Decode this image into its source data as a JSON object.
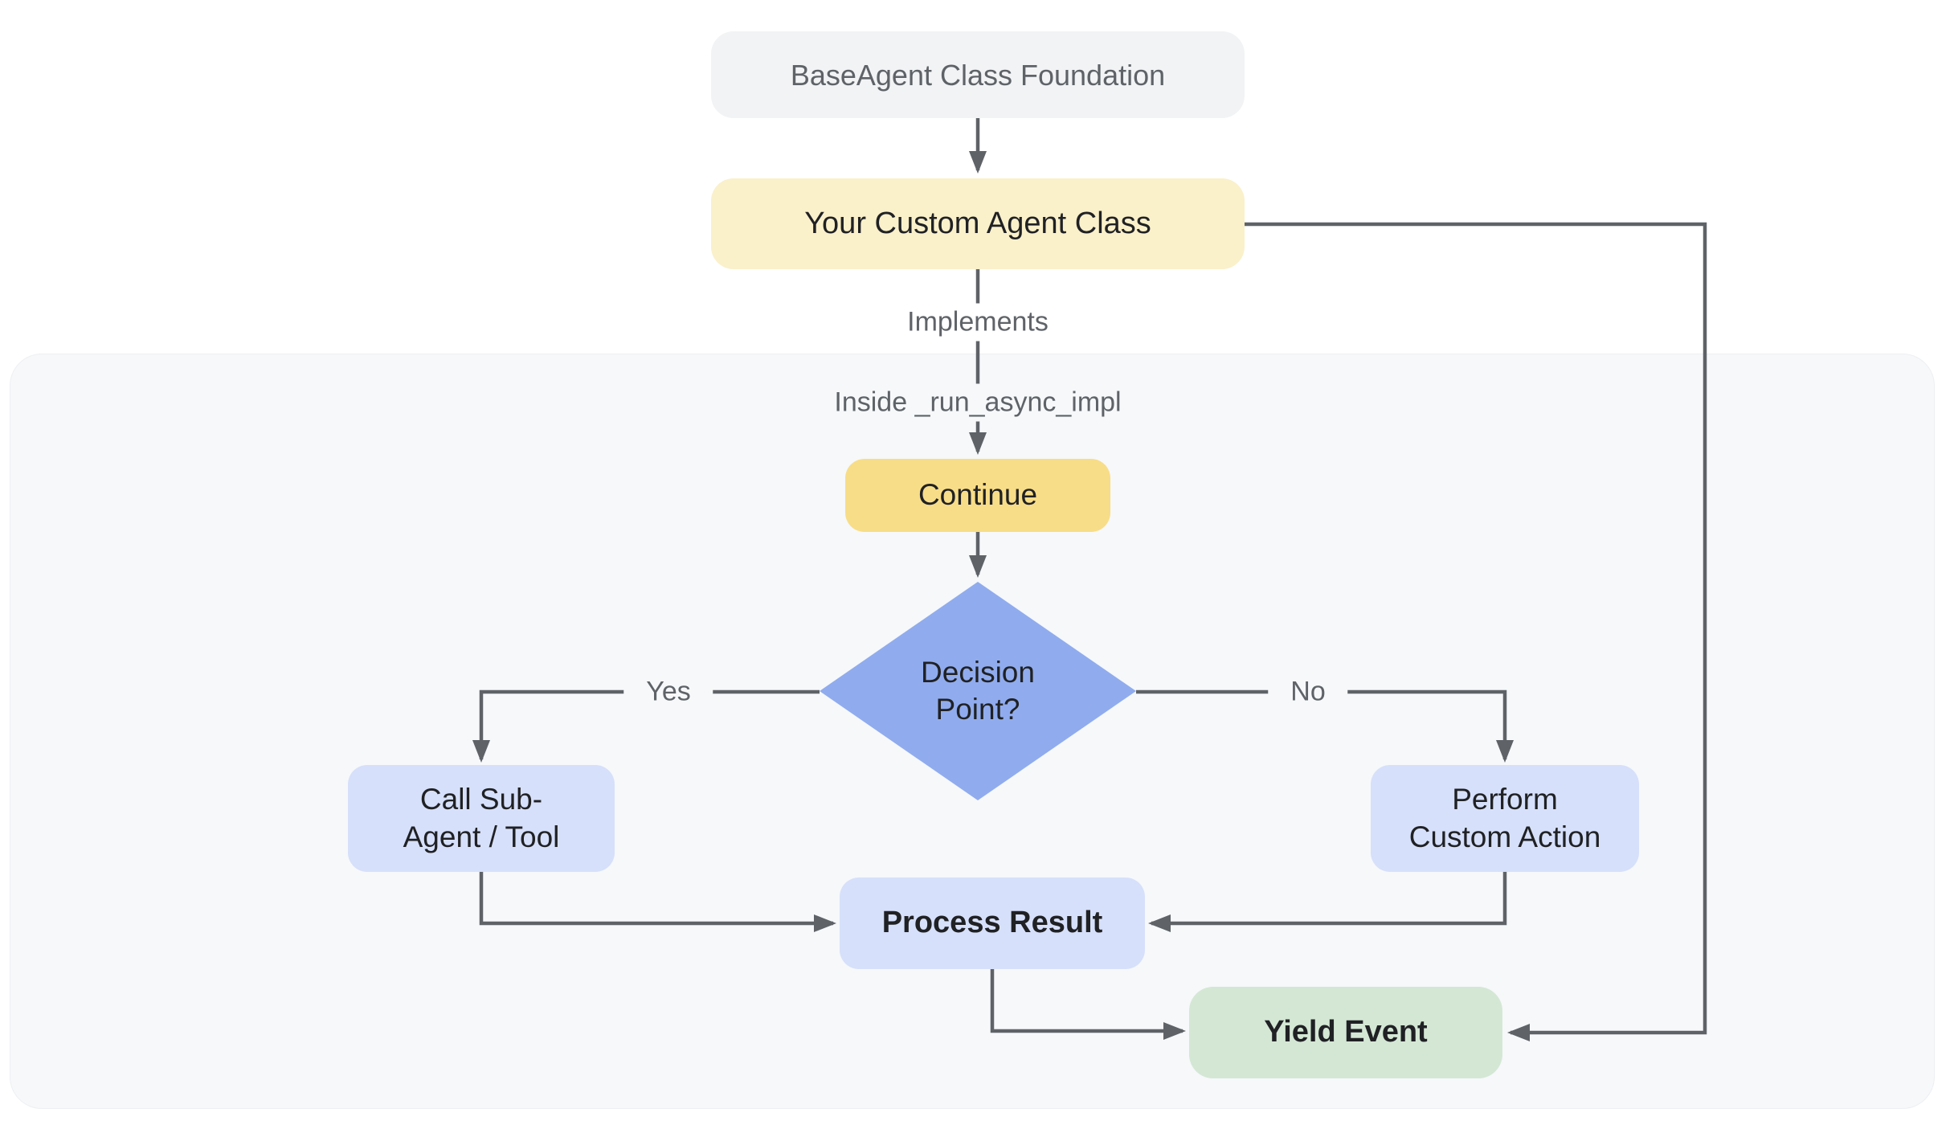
{
  "colors": {
    "canvas": "#ffffff",
    "panel": "#f6f8fa",
    "panel_border": "#edeff2",
    "line": "#5f6368",
    "muted_text": "#5f6368",
    "dark_text": "#202124",
    "foundation_fill": "#f1f3f4",
    "custom_fill": "#faf0ca",
    "continue_fill": "#f8dd88",
    "decision_fill": "#90acee",
    "action_fill": "#d6e0fa",
    "yield_fill": "#d4e7d5"
  },
  "nodes": {
    "foundation": {
      "label": "BaseAgent Class Foundation"
    },
    "custom_agent": {
      "label": "Your Custom Agent Class"
    },
    "continue_step": {
      "label": "Continue"
    },
    "decision": {
      "label": "Decision Point?",
      "lines": [
        "Decision",
        "Point?"
      ]
    },
    "call_subagent": {
      "label": "Call Sub-Agent / Tool",
      "lines": [
        "Call Sub-",
        "Agent / Tool"
      ]
    },
    "perform_action": {
      "label": "Perform Custom Action",
      "lines": [
        "Perform",
        "Custom Action"
      ]
    },
    "process_result": {
      "label": "Process Result"
    },
    "yield_event": {
      "label": "Yield Event"
    }
  },
  "edge_labels": {
    "implements": "Implements",
    "inside_impl": "Inside _run_async_impl",
    "yes": "Yes",
    "no": "No"
  }
}
